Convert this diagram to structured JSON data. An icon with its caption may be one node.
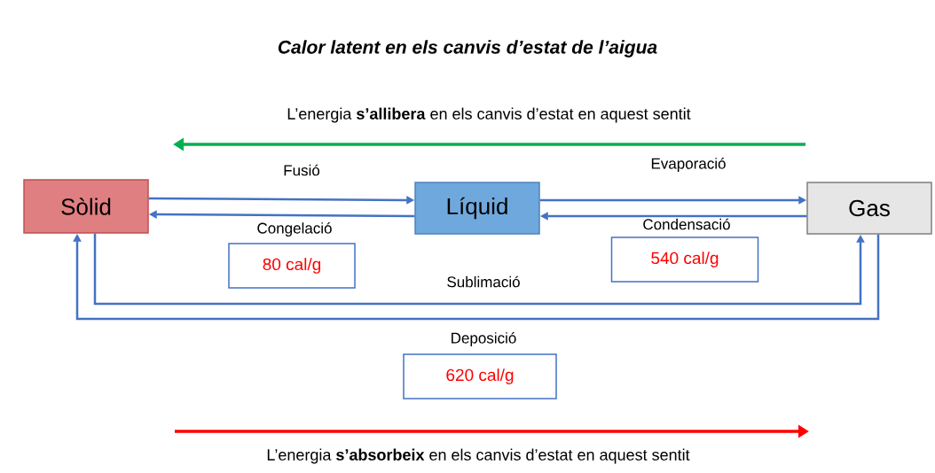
{
  "diagram": {
    "title": "Calor latent en els canvis d’estat de l’aigua",
    "nodes": [
      {
        "text": [
          "Sòlid"
        ]
      },
      {
        "text": [
          "Líquid"
        ]
      },
      {
        "text": [
          "Gas"
        ]
      },
      {
        "text": [
          "80 cal/g"
        ]
      },
      {
        "text": [
          "540 cal/g"
        ]
      },
      {
        "text": [
          "620 cal/g"
        ]
      }
    ],
    "edges": [
      {
        "from": 0,
        "to": 1,
        "arrow": "to",
        "label": "Fusió"
      },
      {
        "from": 1,
        "to": 0,
        "arrow": "to",
        "label": "Congelació"
      },
      {
        "from": 1,
        "to": 2,
        "arrow": "to",
        "label": "Evaporació"
      },
      {
        "from": 2,
        "to": 1,
        "arrow": "to",
        "label": "Condensació"
      },
      {
        "from": 0,
        "to": 2,
        "arrow": "to",
        "label": "Sublimació"
      },
      {
        "from": 2,
        "to": 0,
        "arrow": "to",
        "label": "Deposició"
      }
    ],
    "labels": [
      "L’energia **s’allibera** en els canvis d’estat en aquest sentit",
      "L’energia **s’absorbeix** en els canvis d’estat en aquest sentit"
    ]
  }
}
